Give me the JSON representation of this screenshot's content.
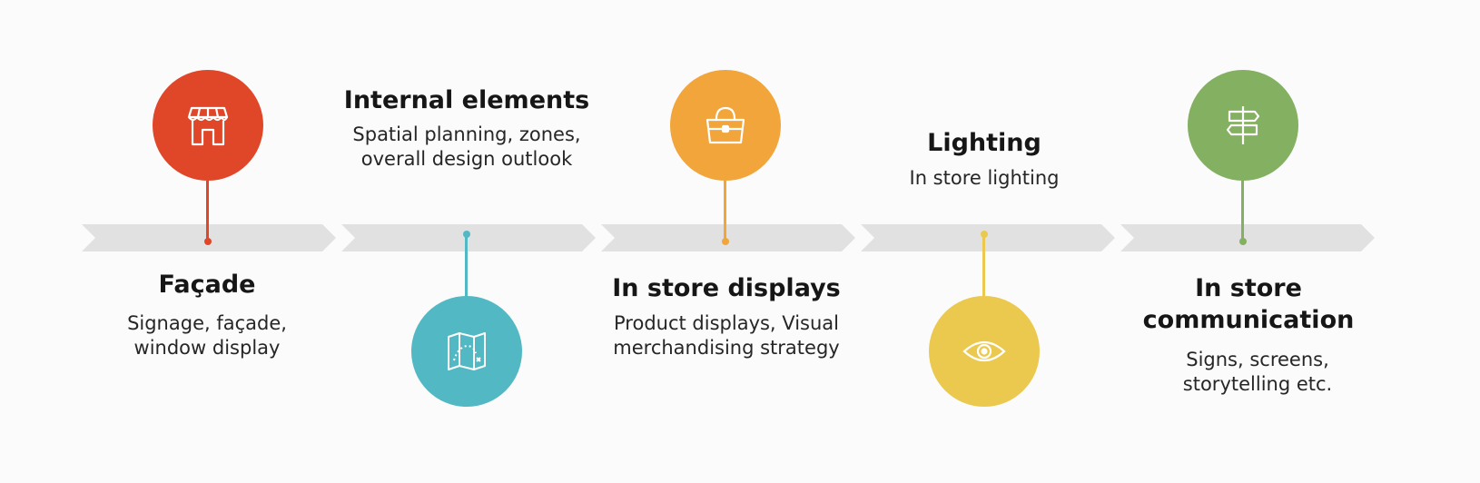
{
  "colors": {
    "facade": "#e04728",
    "internal": "#52b9c4",
    "displays": "#f1a53a",
    "lighting": "#ebc94f",
    "communication": "#84b061",
    "chevron": "#e1e1e1"
  },
  "stages": [
    {
      "key": "facade",
      "title": "Façade",
      "description": "Signage, façade,\nwindow display",
      "icon": "storefront-icon"
    },
    {
      "key": "internal",
      "title": "Internal elements",
      "description": "Spatial planning, zones,\noverall design outlook",
      "icon": "map-icon"
    },
    {
      "key": "displays",
      "title": "In store displays",
      "description": "Product displays, Visual\nmerchandising strategy",
      "icon": "handbag-icon"
    },
    {
      "key": "lighting",
      "title": "Lighting",
      "description": "In store lighting",
      "icon": "eye-icon"
    },
    {
      "key": "communication",
      "title": "In store\ncommunication",
      "description": "Signs, screens,\nstorytelling etc.",
      "icon": "signpost-icon"
    }
  ]
}
